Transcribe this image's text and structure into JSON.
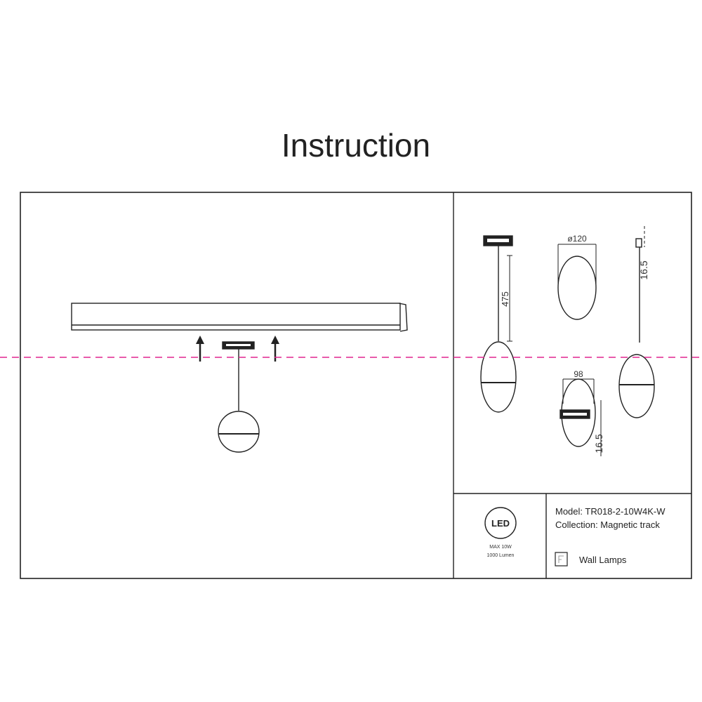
{
  "title": "Instruction",
  "dimensions": {
    "cable_length": "475",
    "diameter": "ø120",
    "width": "98",
    "connector_height_side": "16.5",
    "connector_height_bottom": "16.5"
  },
  "specs": {
    "led_badge": "LED",
    "max_power": "MAX 10W",
    "lumen": "1000 Lumen"
  },
  "info": {
    "model": "Model: TR018-2-10W4K-W",
    "collection": "Collection: Magnetic track",
    "category": "Wall Lamps"
  },
  "colors": {
    "guide_line": "#e0258f",
    "line": "#222222"
  }
}
